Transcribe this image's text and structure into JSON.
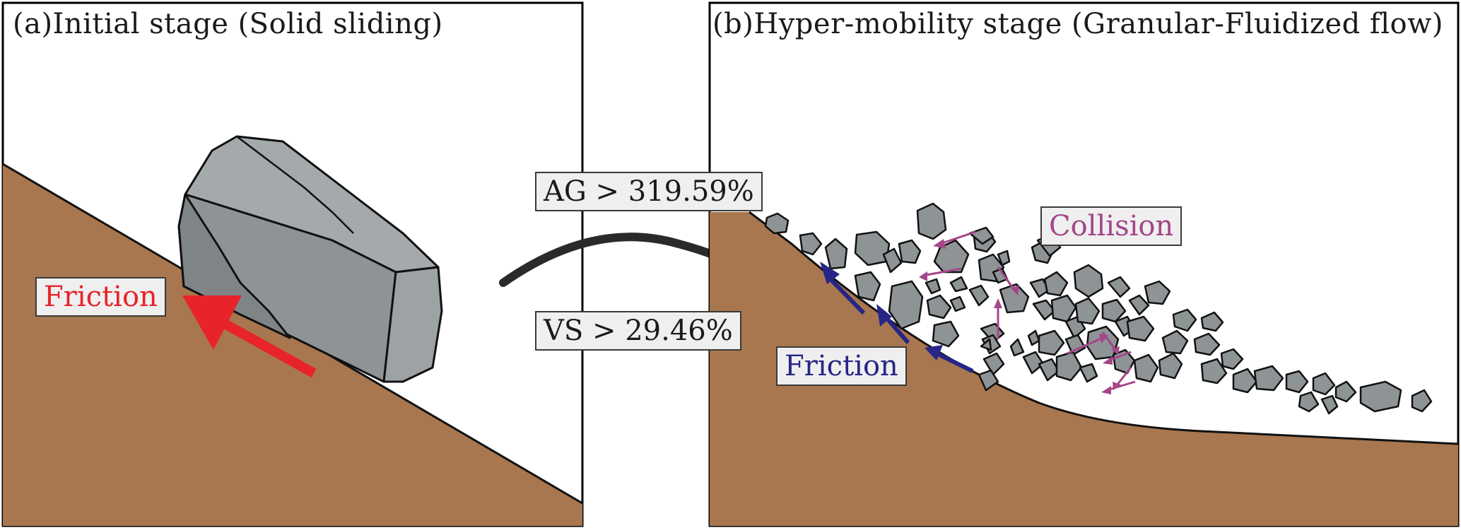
{
  "panel_a": {
    "title": "(a)Initial stage (Solid sliding)",
    "friction_label": "Friction"
  },
  "panel_b": {
    "title": "(b)Hyper-mobility stage (Granular-Fluidized flow)",
    "friction_label": "Friction",
    "collision_label": "Collision"
  },
  "transition": {
    "condition_ag": "AG > 319.59%",
    "condition_vs": "VS > 29.46%"
  },
  "colors": {
    "soil": "#a8774f",
    "rock": "#8e9396",
    "rock_light": "#a4a9ac",
    "friction_a": "#e8232a",
    "friction_b": "#262687",
    "collision": "#a4468a",
    "label_bg": "#efefef"
  }
}
